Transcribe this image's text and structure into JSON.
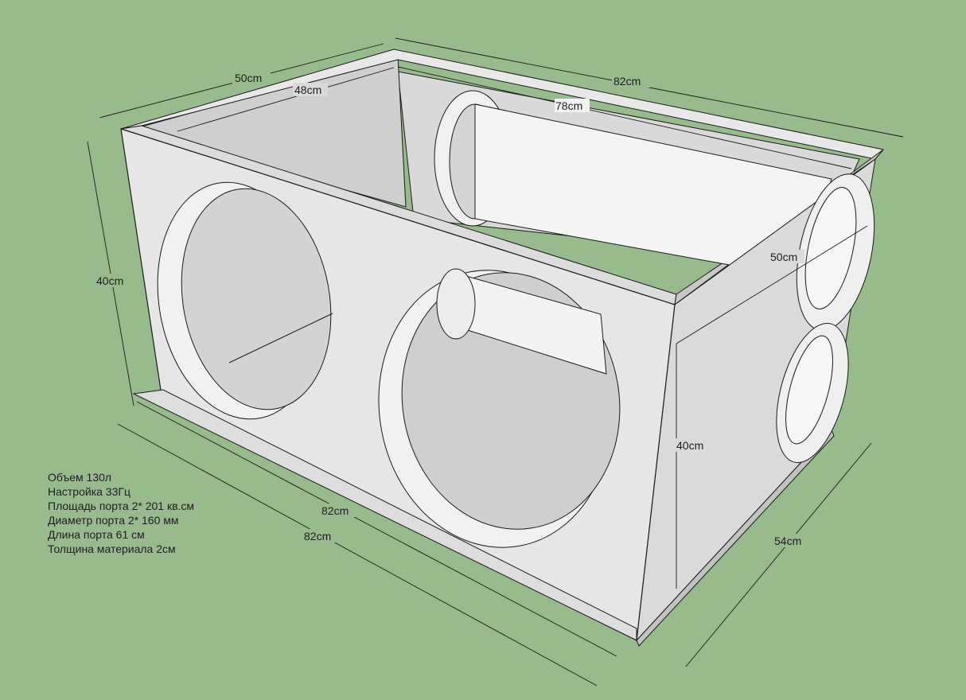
{
  "dimensions": {
    "outer_depth_top": "50cm",
    "inner_depth_top": "48cm",
    "outer_length_top": "82cm",
    "inner_length_port": "78cm",
    "outer_height_left": "40cm",
    "side_depth_inner": "50cm",
    "side_height": "40cm",
    "front_length_inner": "82cm",
    "front_length_outer": "82cm",
    "side_depth_bottom": "54cm"
  },
  "specs": [
    "Объем 130л",
    "Настройка 33Гц",
    "Площадь порта 2* 201 кв.см",
    "Диаметр порта 2* 160 мм",
    "Длина порта 61 см",
    "Толщина материала 2см"
  ],
  "colors": {
    "background": "#98bb8d",
    "panel_front": "#e6e6e6",
    "panel_side": "#d6d6d6",
    "interior": "#cfcfcf",
    "edge": "#1a1a1a"
  }
}
